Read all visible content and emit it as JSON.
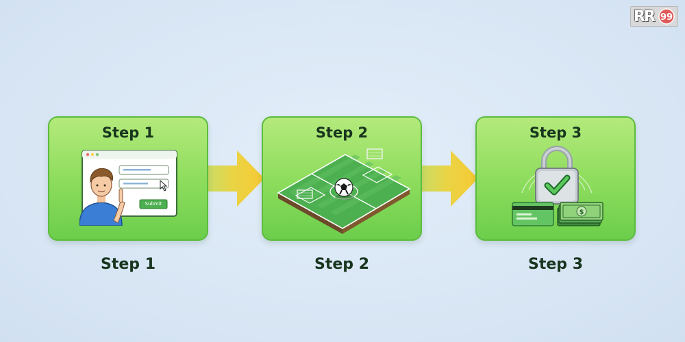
{
  "logo": {
    "text": "RR",
    "number": "99"
  },
  "steps": [
    {
      "title": "Step 1",
      "caption": "Step 1",
      "illustration": {
        "icon": "person-pointing-at-form-icon",
        "button_label": "Submit"
      }
    },
    {
      "title": "Step 2",
      "caption": "Step 2",
      "illustration": {
        "icon": "soccer-field-icon"
      }
    },
    {
      "title": "Step 3",
      "caption": "Step 3",
      "illustration": {
        "icon": "padlock-card-cash-icon"
      }
    }
  ],
  "colors": {
    "background": "#dbe8f6",
    "card_green": "#8fdd5e",
    "card_border": "#5cbc3e",
    "text_dark": "#18351e",
    "arrow_yellow": "#f5cf3a"
  }
}
